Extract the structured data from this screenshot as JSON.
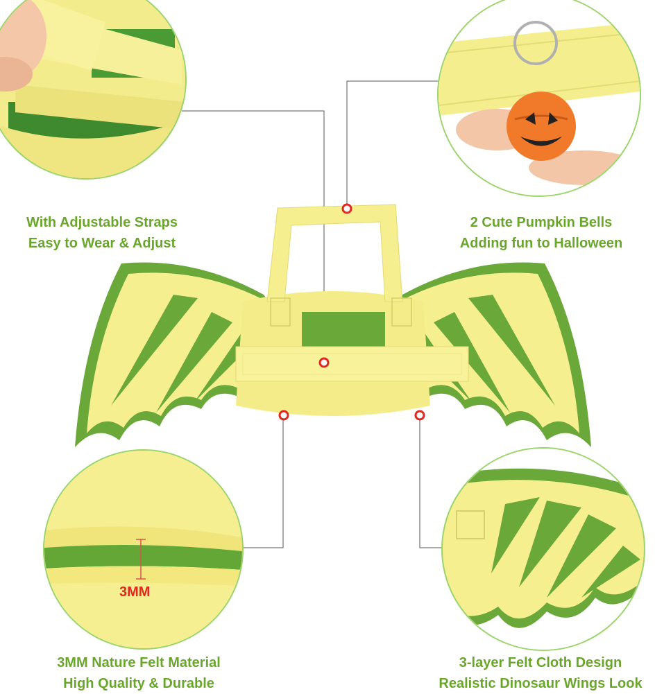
{
  "features": {
    "straps": {
      "line1": "With Adjustable Straps",
      "line2": "Easy to Wear & Adjust"
    },
    "bells": {
      "line1": "2 Cute Pumpkin Bells",
      "line2": "Adding fun to Halloween"
    },
    "felt": {
      "line1": "3MM Nature Felt Material",
      "line2": "High Quality & Durable",
      "thickness_label": "3MM"
    },
    "layers": {
      "line1": "3-layer Felt Cloth Design",
      "line2": "Realistic Dinosaur Wings Look"
    }
  },
  "colors": {
    "caption_green": "#6aa62b",
    "felt_yellow": "#f6ef8f",
    "felt_green": "#6aa83a",
    "marker_red": "#e0281f",
    "pumpkin_orange": "#f07a2a"
  }
}
